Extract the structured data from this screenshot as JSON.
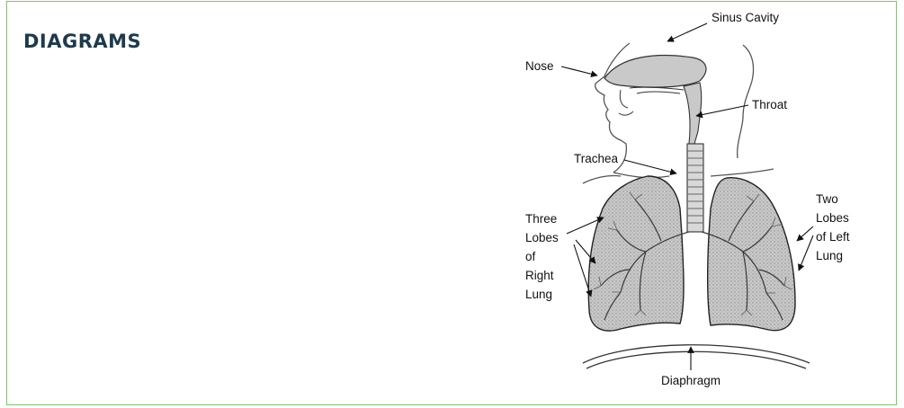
{
  "page": {
    "heading": "DIAGRAMS"
  },
  "diagram": {
    "labels": {
      "sinus_cavity": "Sinus Cavity",
      "nose": "Nose",
      "throat": "Throat",
      "trachea": "Trachea",
      "right_lung": [
        "Three",
        "Lobes",
        "of",
        "Right",
        "Lung"
      ],
      "left_lung": [
        "Two",
        "Lobes",
        "of Left",
        "Lung"
      ],
      "diaphragm": "Diaphragm"
    }
  }
}
